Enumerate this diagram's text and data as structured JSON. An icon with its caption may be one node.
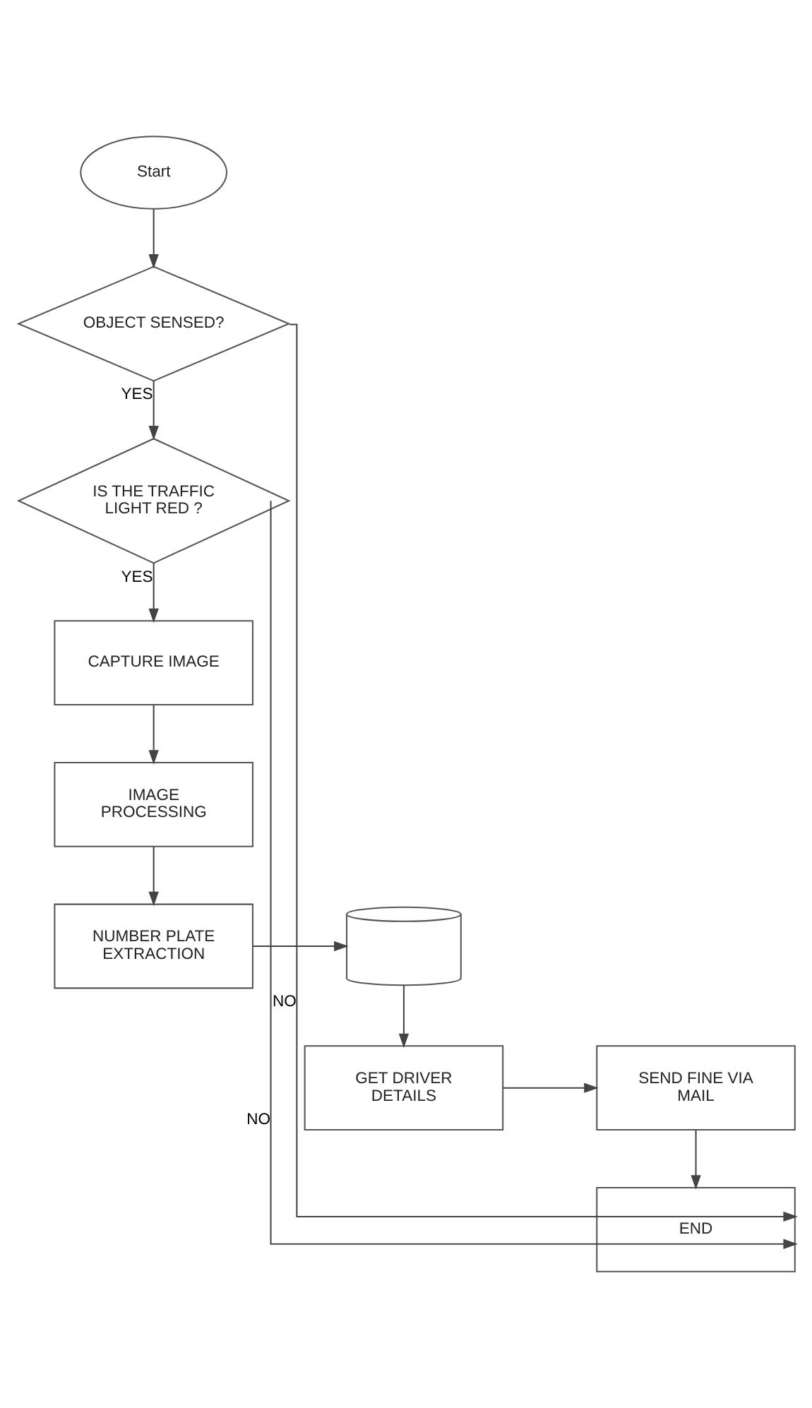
{
  "diagram": {
    "nodes": [
      {
        "text": [
          "Start"
        ]
      },
      {
        "text": [
          "OBJECT SENSED?"
        ]
      },
      {
        "text": [
          "IS THE TRAFFIC LIGHT RED ?"
        ]
      },
      {
        "text": [
          "CAPTURE IMAGE"
        ]
      },
      {
        "text": [
          "IMAGE PROCESSING"
        ]
      },
      {
        "text": [
          "NUMBER PLATE EXTRACTION"
        ]
      },
      {
        "text": [],
        "shape": "cylinder"
      },
      {
        "text": [
          "SEND FINE VIA MAIL"
        ]
      },
      {
        "text": [
          "GET DRIVER DETAILS"
        ]
      },
      {
        "text": [
          "END"
        ]
      }
    ],
    "edges": [
      {
        "from": 0,
        "to": 1,
        "arrow": "to"
      },
      {
        "from": 1,
        "to": 2,
        "arrow": "to",
        "label": "YES"
      },
      {
        "from": 2,
        "to": 3,
        "arrow": "to",
        "label": "YES"
      },
      {
        "from": 3,
        "to": 4,
        "arrow": "to"
      },
      {
        "from": 4,
        "to": 5,
        "arrow": "to"
      },
      {
        "from": 5,
        "to": 6,
        "arrow": "to"
      },
      {
        "from": 6,
        "to": 8,
        "arrow": "to"
      },
      {
        "from": 8,
        "to": 7,
        "arrow": "to"
      },
      {
        "from": 7,
        "to": 9,
        "arrow": "to"
      },
      {
        "from": 1,
        "to": 9,
        "arrow": "to",
        "label": "NO"
      },
      {
        "from": 2,
        "to": 9,
        "arrow": "to",
        "label": "NO"
      }
    ]
  }
}
